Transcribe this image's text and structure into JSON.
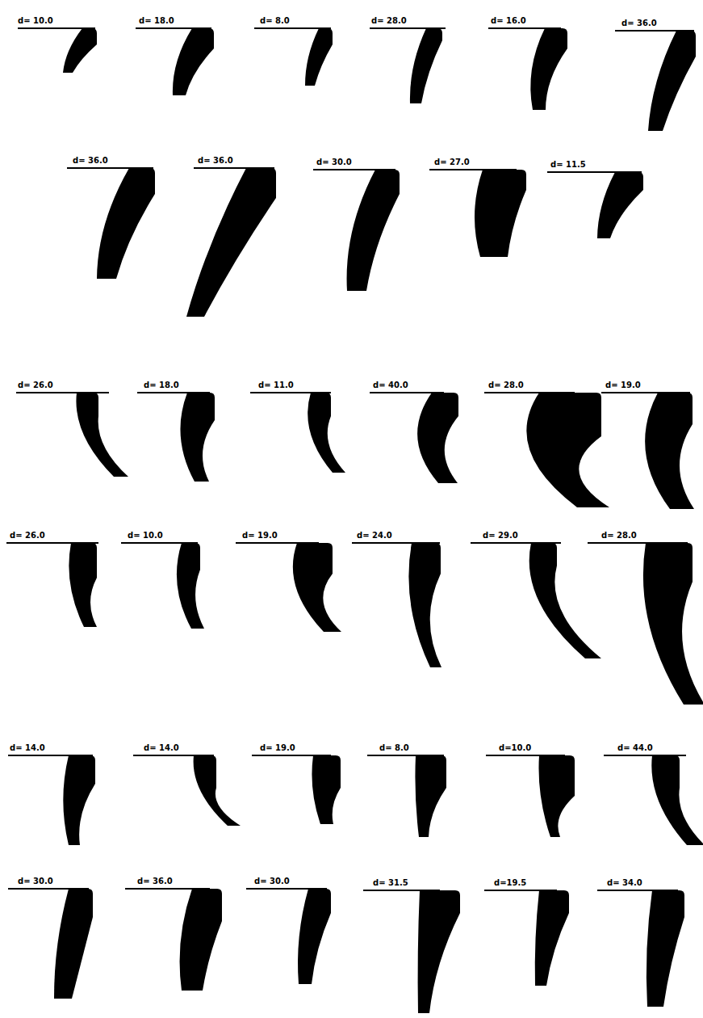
{
  "diagram": {
    "labels": [
      "d= 10.0",
      "d= 18.0",
      "d= 8.0",
      "d= 28.0",
      "d= 16.0",
      "d= 36.0",
      "d= 36.0",
      "d= 36.0",
      "d= 30.0",
      "d= 27.0",
      "d= 11.5",
      "d= 26.0",
      "d= 18.0",
      "d= 11.0",
      "d= 40.0",
      "d= 28.0",
      "d= 19.0",
      "d= 26.0",
      "d= 10.0",
      "d= 19.0",
      "d= 24.0",
      "d= 29.0",
      "d= 28.0",
      "d= 14.0",
      "d= 14.0",
      "d= 19.0",
      "d= 8.0",
      "d=10.0",
      "d= 44.0",
      "d= 30.0",
      "d= 36.0",
      "d= 30.0",
      "d= 31.5",
      "d=19.5",
      "d= 34.0"
    ]
  }
}
